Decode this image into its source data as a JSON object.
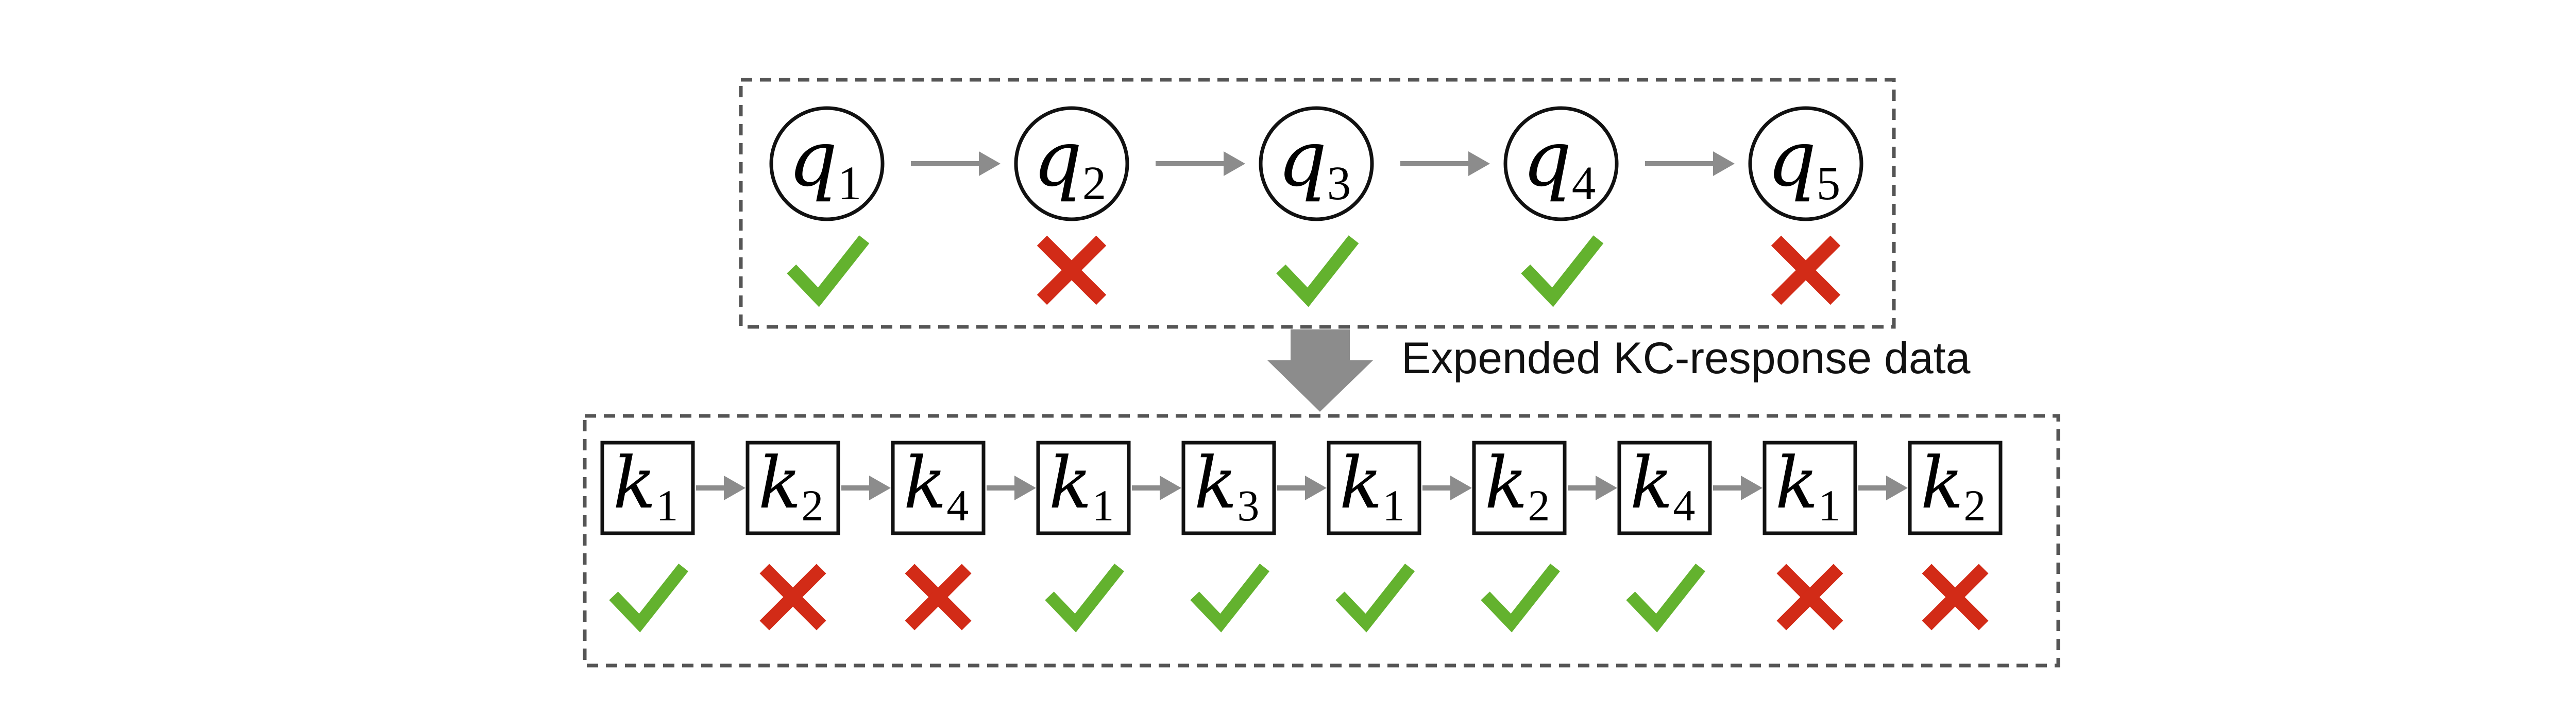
{
  "colors": {
    "box_border": "#555555",
    "node_stroke": "#111111",
    "arrow": "#8c8c8c",
    "down_arrow": "#8c8c8c",
    "correct": "#63b22e",
    "incorrect": "#d22b17"
  },
  "question_sequence": {
    "nodes": [
      {
        "var": "q",
        "sub": "1",
        "response": "correct"
      },
      {
        "var": "q",
        "sub": "2",
        "response": "incorrect"
      },
      {
        "var": "q",
        "sub": "3",
        "response": "correct"
      },
      {
        "var": "q",
        "sub": "4",
        "response": "correct"
      },
      {
        "var": "q",
        "sub": "5",
        "response": "incorrect"
      }
    ]
  },
  "transform": {
    "label": "Expended KC-response data",
    "arrow_icon": "down-arrow-icon"
  },
  "kc_sequence": {
    "nodes": [
      {
        "var": "k",
        "sub": "1",
        "response": "correct"
      },
      {
        "var": "k",
        "sub": "2",
        "response": "incorrect"
      },
      {
        "var": "k",
        "sub": "4",
        "response": "incorrect"
      },
      {
        "var": "k",
        "sub": "1",
        "response": "correct"
      },
      {
        "var": "k",
        "sub": "3",
        "response": "correct"
      },
      {
        "var": "k",
        "sub": "1",
        "response": "correct"
      },
      {
        "var": "k",
        "sub": "2",
        "response": "correct"
      },
      {
        "var": "k",
        "sub": "4",
        "response": "correct"
      },
      {
        "var": "k",
        "sub": "1",
        "response": "incorrect"
      },
      {
        "var": "k",
        "sub": "2",
        "response": "incorrect"
      }
    ]
  }
}
